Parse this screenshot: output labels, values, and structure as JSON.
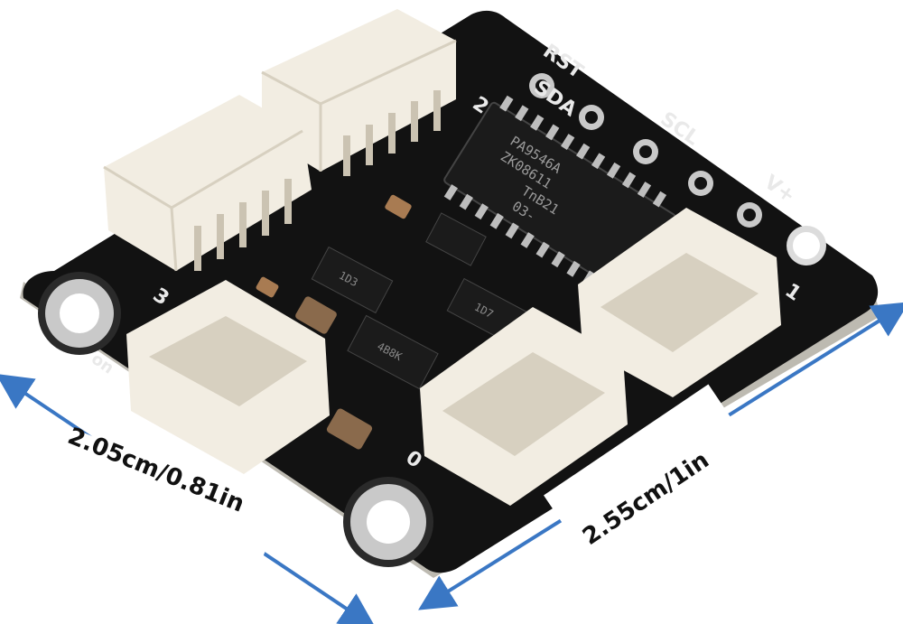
{
  "image": {
    "subject": "pcb-module",
    "colors": {
      "board": "#121212",
      "board_edge": "#bdbab1",
      "connector": "#f2ede2",
      "connector_shadow": "#d7d0c0",
      "chip": "#1b1b1b",
      "silkscreen": "#e9e9e9",
      "arrow": "#3a77c4",
      "pad": "#c9c9c9"
    }
  },
  "dimensions": {
    "width_label": "2.05cm/0.81in",
    "depth_label": "2.55cm/1in"
  },
  "silkscreen": {
    "rst": "RST",
    "sda": "SDA",
    "scl": "SCL",
    "vplus": "V+",
    "port_0": "0",
    "port_1": "1",
    "port_2": "2",
    "port_3": "3",
    "logo": "on"
  },
  "chips": {
    "main": {
      "line1": "PA9546A",
      "line2": "ZK08611",
      "line3": "TnB21",
      "line4": "03-"
    },
    "small_1": {
      "label": "1D3"
    },
    "small_2": {
      "label": "1D7"
    },
    "small_3": {
      "label": "4B8K"
    }
  }
}
